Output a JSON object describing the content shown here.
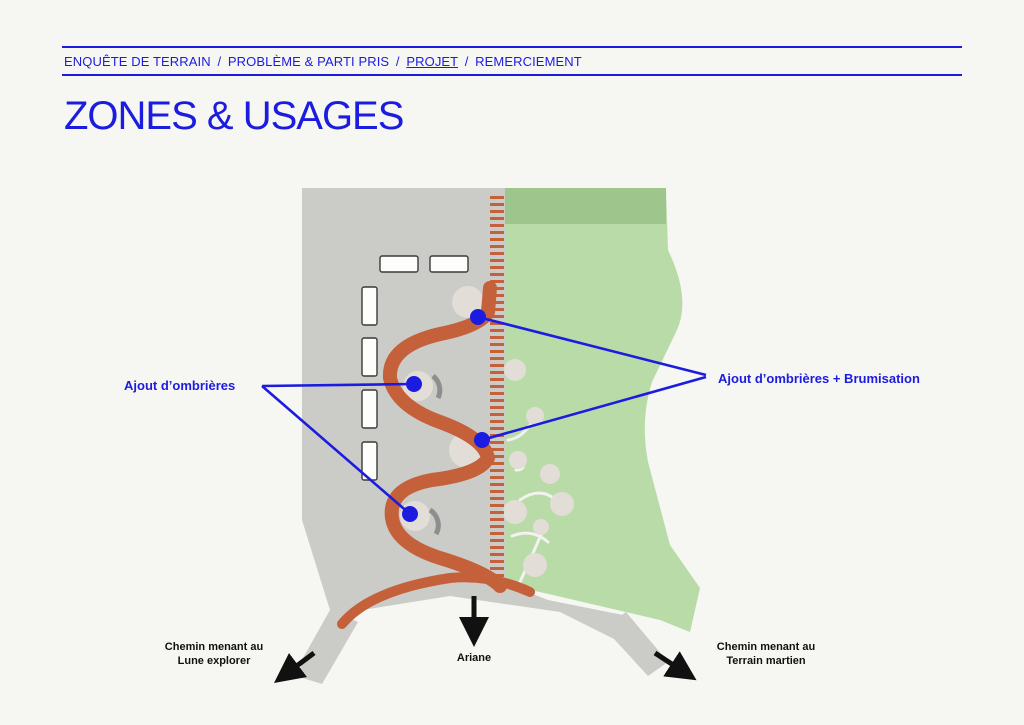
{
  "nav": {
    "items": [
      "ENQUÊTE DE TERRAIN",
      "PROBLÈME & PARTI PRIS",
      "PROJET",
      "REMERCIEMENT"
    ],
    "separator": "/",
    "active_index": 2
  },
  "page": {
    "title": "ZONES & USAGES"
  },
  "diagram": {
    "label_left": "Ajout d’ombrières",
    "label_right": "Ajout d’ombrières + Brumisation",
    "exit_left_line1": "Chemin menant au",
    "exit_left_line2": "Lune explorer",
    "exit_center": "Ariane",
    "exit_right_line1": "Chemin menant au",
    "exit_right_line2": "Terrain martien"
  },
  "colors": {
    "accent": "#1c1ce0",
    "path": "#c4603a",
    "paving": "#cbcbc8",
    "lawn": "#b9dba8",
    "lawn_dark": "#9dc58c"
  }
}
